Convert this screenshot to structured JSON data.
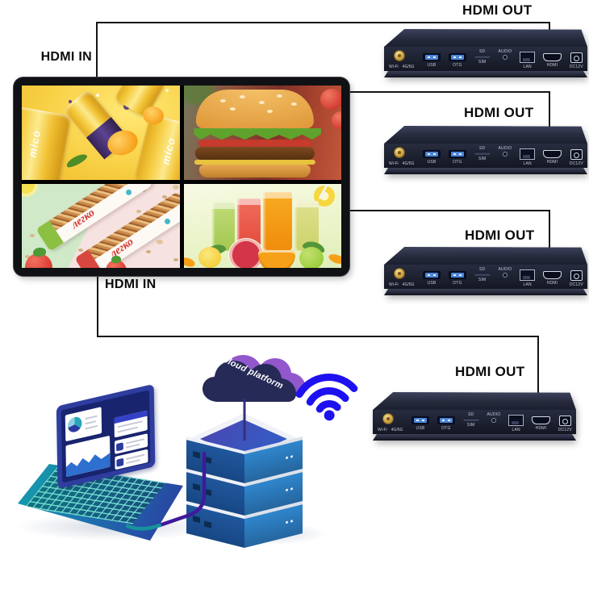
{
  "labels": {
    "hdmi_in_top": "HDMI IN",
    "hdmi_in_bottom": "HDMI IN"
  },
  "players": [
    {
      "label": "HDMI OUT"
    },
    {
      "label": "HDMI OUT"
    },
    {
      "label": "HDMI OUT"
    },
    {
      "label": "HDMI OUT"
    }
  ],
  "player_ports": {
    "wifi": "Wi-Fi",
    "cellular": "4G/5G",
    "usb": "USB",
    "otg": "OTG",
    "sd": "SD",
    "sim": "SIM",
    "audio": "AUDIO",
    "lan": "LAN",
    "hdmi": "HDMI",
    "power": "DC12V"
  },
  "video_wall": {
    "quadrants": [
      {
        "name": "lemon-soda-cans-ad",
        "visible_text": "mico"
      },
      {
        "name": "hamburger-photo",
        "visible_text": ""
      },
      {
        "name": "granola-bars-ad",
        "visible_text": "легко"
      },
      {
        "name": "juice-glasses-photo",
        "visible_text": ""
      }
    ]
  },
  "cloud": {
    "label": "Cloud platform"
  },
  "colors": {
    "line": "#141414",
    "wifi_blue": "#1d12ef",
    "cloud_front": "#262a56",
    "cloud_back": "#9257cc",
    "box_body": "#1b1f2e",
    "usb_blue": "#4d86d8",
    "laptop_blue": "#2b3a9e",
    "laptop_teal": "#14a3aa",
    "server_left": "#20579c",
    "server_right": "#2f86cc",
    "cable_purple": "#3f1a9a"
  }
}
